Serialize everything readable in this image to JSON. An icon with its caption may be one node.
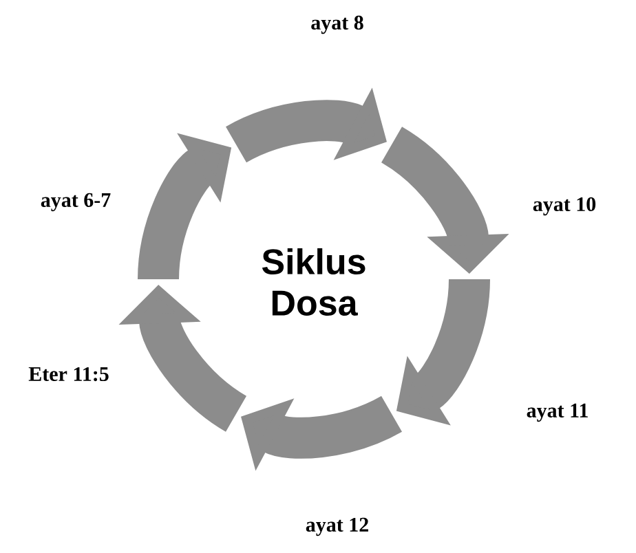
{
  "diagram": {
    "labels": [
      "ayat 8",
      "ayat 6-7",
      "ayat 10",
      "Siklus Dosa",
      "Eter 11:5",
      "ayat 11",
      "ayat 12"
    ]
  }
}
